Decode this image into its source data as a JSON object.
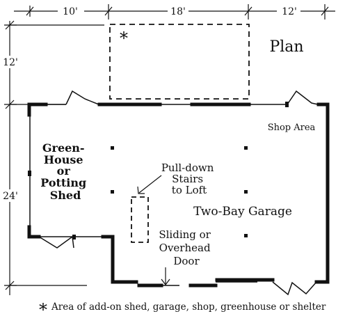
{
  "dimensions": {
    "top": [
      "10'",
      "18'",
      "12'"
    ],
    "left": [
      "12'",
      "24'"
    ]
  },
  "title": "Plan",
  "asterisk": "*",
  "rooms": {
    "greenhouse": [
      "Green-",
      "House",
      "or",
      "Potting",
      "Shed"
    ],
    "shop": "Shop Area",
    "stairs": [
      "Pull-down",
      "Stairs",
      "to Loft"
    ],
    "garage": "Two-Bay Garage",
    "door": [
      "Sliding or",
      "Overhead",
      "Door"
    ]
  },
  "legend": {
    "symbol": "*",
    "text": "Area of add-on shed, garage, shop, greenhouse or shelter"
  }
}
